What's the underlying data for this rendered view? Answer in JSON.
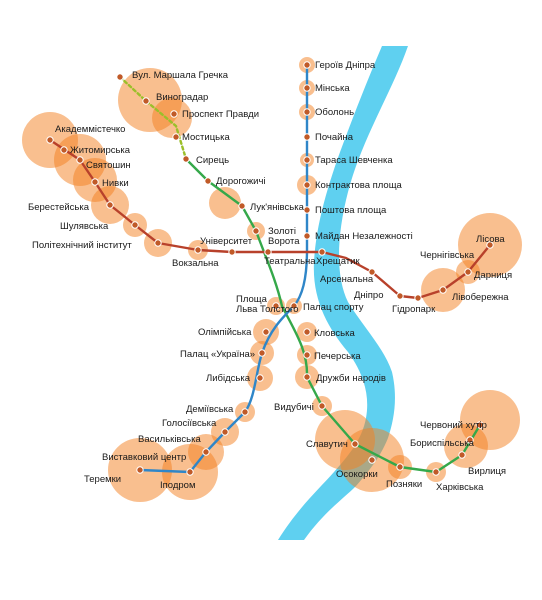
{
  "colors": {
    "river": "#5fd0f0",
    "red_line": "#b8412b",
    "green_line": "#35a84a",
    "green_branch": "#9bbf2a",
    "blue_line": "#2f86c8",
    "circle": "#f47f20",
    "station_fill": "#c05a28"
  },
  "labels": {
    "vul_marshala_grechka": "Вул. Маршала Гречка",
    "vynohradar": "Виноградар",
    "prospekt_pravdy": "Проспект Правди",
    "mostytska": "Мостицька",
    "syrets": "Сирець",
    "dorohozhychi": "Дорогожичі",
    "lukianivska": "Лук'янівська",
    "zoloti_vorota": "Золоті\nВорота",
    "akademmistechko": "Академмістечко",
    "zhytomyrska": "Житомирська",
    "sviatoshyn": "Святошин",
    "nyvky": "Нивки",
    "beresteiska": "Берестейська",
    "shuliavska": "Шулявська",
    "politekhnichnyi": "Політехнічний інститут",
    "vokzalna": "Вокзальна",
    "universytet": "Університет",
    "teatralna": "Театральна",
    "khreshchatyk": "Хрещатик",
    "arsenalna": "Арсенальна",
    "dnipro": "Дніпро",
    "hidropark": "Гідропарк",
    "livoberezhna": "Лівобережна",
    "darnytsia": "Дарниця",
    "chernihivska": "Чернігівська",
    "lisova": "Лісова",
    "heroiv_dnipra": "Героїв Дніпра",
    "minska": "Мінська",
    "obolon": "Оболонь",
    "pochaina": "Почайна",
    "tarasa_shevchenka": "Тараса Шевченка",
    "kontraktova": "Контрактова площа",
    "poshtova": "Поштова площа",
    "maidan": "Майдан Незалежності",
    "ploshcha_lva_tolstoho": "Площа\nЛьва Толстого",
    "palats_sportu": "Палац спорту",
    "olimpiiska": "Олімпійська",
    "palats_ukraina": "Палац «Україна»",
    "lybidska": "Либідська",
    "demiivska": "Деміївська",
    "holosiivska": "Голосіївська",
    "vasylkivska": "Васильківська",
    "vystavkovyi": "Виставковий центр",
    "teremky": "Теремки",
    "ipodrom": "Іподром",
    "klovska": "Кловська",
    "pecherska": "Печерська",
    "druzhby_narodiv": "Дружби народів",
    "vydubychi": "Видубичі",
    "slavutych": "Славутич",
    "osokorky": "Осокорки",
    "pozniaky": "Позняки",
    "kharkivska": "Харківська",
    "vyrlytsia": "Вирлиця",
    "boryspilska": "Бориспільська",
    "chervonyi_khutir": "Червоний хутір"
  }
}
